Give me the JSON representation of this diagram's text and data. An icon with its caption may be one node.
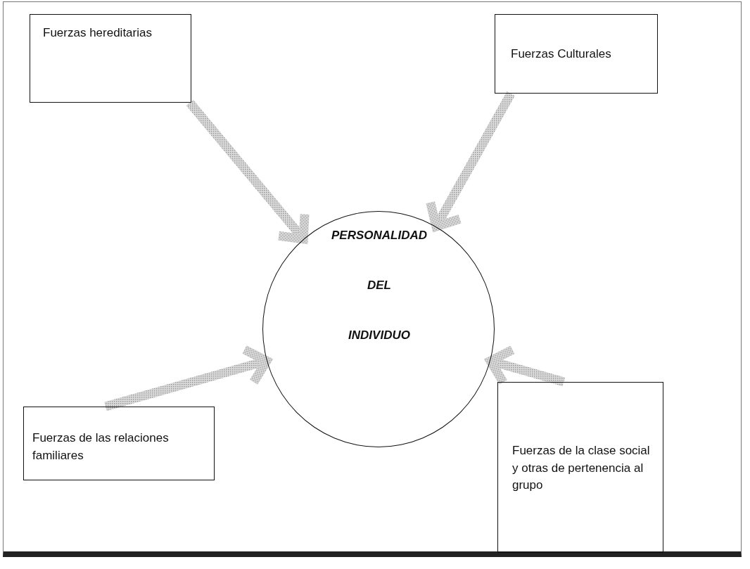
{
  "diagram": {
    "nodes": [
      {
        "text": [
          "Fuerzas hereditarias"
        ]
      },
      {
        "text": [
          "Fuerzas Culturales"
        ]
      },
      {
        "text": [
          "PERSONALIDAD DEL INDIVIDUO"
        ]
      },
      {
        "text": [
          "Fuerzas de las relaciones familiares"
        ]
      },
      {
        "text": [
          "Fuerzas de la clase social y otras de pertenencia al grupo"
        ]
      }
    ],
    "edges": [
      {
        "from": 0,
        "to": 2,
        "arrow": "to"
      },
      {
        "from": 1,
        "to": 2,
        "arrow": "to"
      },
      {
        "from": 3,
        "to": 2,
        "arrow": "to"
      },
      {
        "from": 4,
        "to": 2,
        "arrow": "to"
      }
    ]
  }
}
